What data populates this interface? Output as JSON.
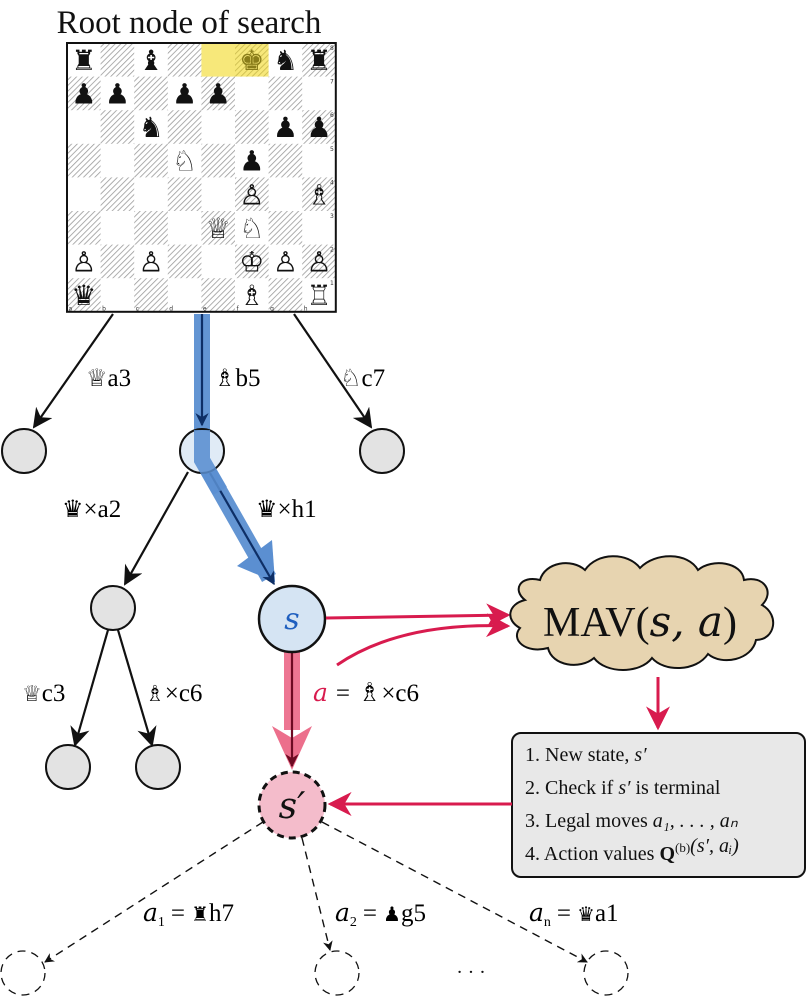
{
  "title": "Root node of search",
  "colors": {
    "highlight": "#f7e87a",
    "hatch": "#9a9a9a",
    "node_fill": "#e3e3e3",
    "current_node_fill": "#d5e4f3",
    "blue_path": "#5b8fd1",
    "blue_path_dark": "#0e2f66",
    "crimson": "#d81b4e",
    "pink_path": "#ec6f8c",
    "next_node_fill": "#f4bccb",
    "cloud_fill": "#e7d4b0",
    "box_fill": "#e8e8e8"
  },
  "board": {
    "files": [
      "a",
      "b",
      "c",
      "d",
      "e",
      "f",
      "g",
      "h"
    ],
    "ranks": [
      "8",
      "7",
      "6",
      "5",
      "4",
      "3",
      "2",
      "1"
    ],
    "highlighted_squares": [
      "e8",
      "f8"
    ],
    "pieces": [
      {
        "square": "a8",
        "glyph": "♜",
        "name": "black-rook"
      },
      {
        "square": "c8",
        "glyph": "♝",
        "name": "black-bishop"
      },
      {
        "square": "f8",
        "glyph": "♚",
        "name": "black-king"
      },
      {
        "square": "g8",
        "glyph": "♞",
        "name": "black-knight"
      },
      {
        "square": "h8",
        "glyph": "♜",
        "name": "black-rook"
      },
      {
        "square": "a7",
        "glyph": "♟",
        "name": "black-pawn"
      },
      {
        "square": "b7",
        "glyph": "♟",
        "name": "black-pawn"
      },
      {
        "square": "d7",
        "glyph": "♟",
        "name": "black-pawn"
      },
      {
        "square": "e7",
        "glyph": "♟",
        "name": "black-pawn"
      },
      {
        "square": "c6",
        "glyph": "♞",
        "name": "black-knight"
      },
      {
        "square": "g6",
        "glyph": "♟",
        "name": "black-pawn"
      },
      {
        "square": "h6",
        "glyph": "♟",
        "name": "black-pawn"
      },
      {
        "square": "d5",
        "glyph": "♘",
        "name": "white-knight"
      },
      {
        "square": "f5",
        "glyph": "♟",
        "name": "black-pawn"
      },
      {
        "square": "f4",
        "glyph": "♙",
        "name": "white-pawn"
      },
      {
        "square": "h4",
        "glyph": "♗",
        "name": "white-bishop"
      },
      {
        "square": "e3",
        "glyph": "♕",
        "name": "white-queen"
      },
      {
        "square": "f3",
        "glyph": "♘",
        "name": "white-knight"
      },
      {
        "square": "a2",
        "glyph": "♙",
        "name": "white-pawn"
      },
      {
        "square": "c2",
        "glyph": "♙",
        "name": "white-pawn"
      },
      {
        "square": "f2",
        "glyph": "♔",
        "name": "white-king"
      },
      {
        "square": "g2",
        "glyph": "♙",
        "name": "white-pawn"
      },
      {
        "square": "h2",
        "glyph": "♙",
        "name": "white-pawn"
      },
      {
        "square": "a1",
        "glyph": "♛",
        "name": "black-queen"
      },
      {
        "square": "f1",
        "glyph": "♗",
        "name": "white-bishop"
      },
      {
        "square": "h1",
        "glyph": "♖",
        "name": "white-rook"
      }
    ]
  },
  "edges": {
    "root_left": {
      "piece": "♕",
      "move": "a3"
    },
    "root_mid": {
      "piece": "♗",
      "move": "b5"
    },
    "root_right": {
      "piece": "♘",
      "move": "c7"
    },
    "mid_left": {
      "piece": "♛",
      "move": "×a2"
    },
    "mid_right": {
      "piece": "♛",
      "move": "×h1"
    },
    "low_left": {
      "piece": "♕",
      "move": "c3"
    },
    "low_right": {
      "piece": "♗",
      "move": "×c6"
    },
    "action": {
      "var": "a",
      "eq": "=",
      "piece": "♗",
      "move": "×c6"
    },
    "child1": {
      "var": "a",
      "sub": "1",
      "eq": "=",
      "piece": "♜",
      "move": "h7"
    },
    "child2": {
      "var": "a",
      "sub": "2",
      "eq": "=",
      "piece": "♟",
      "move": "g5"
    },
    "childn": {
      "var": "a",
      "sub": "n",
      "eq": "=",
      "piece": "♛",
      "move": "a1"
    }
  },
  "nodes": {
    "s_label": "s",
    "s_prime_label": "s′"
  },
  "mav": {
    "label": "MAV(",
    "args": "s, a",
    "close": ")"
  },
  "mav_outputs": [
    {
      "num": "1.",
      "text": "New state, ",
      "math": "s′",
      "tail": ""
    },
    {
      "num": "2.",
      "text": "Check if ",
      "math": "s′",
      "tail": " is terminal"
    },
    {
      "num": "3.",
      "text": "Legal moves ",
      "math": "a₁, . . . , aₙ",
      "tail": ""
    },
    {
      "num": "4.",
      "text": "Action values ",
      "bold": "Q",
      "sup": "(b)",
      "math": "(s′, aᵢ)",
      "tail": ""
    }
  ],
  "ellipsis": "· · ·"
}
